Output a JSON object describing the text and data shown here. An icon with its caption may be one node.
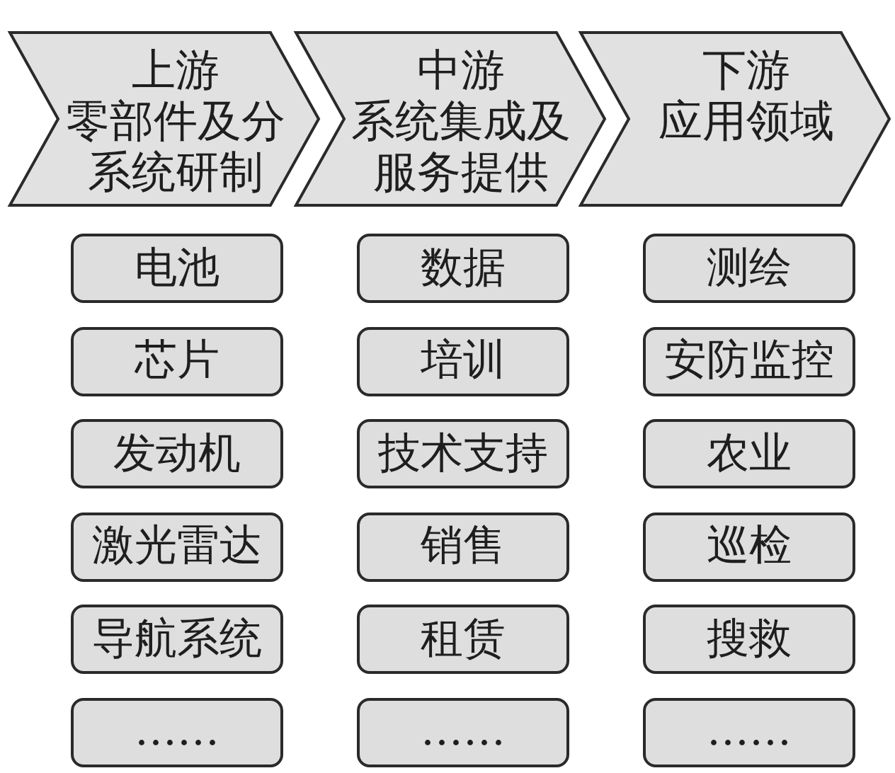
{
  "diagram": {
    "nodes": [
      {
        "text": [
          "上游",
          "零部件及分系统研制"
        ]
      },
      {
        "text": [
          "中游",
          "系统集成及服务提供"
        ]
      },
      {
        "text": [
          "下游",
          "应用领域"
        ]
      },
      {
        "text": [
          "电池"
        ]
      },
      {
        "text": [
          "数据"
        ]
      },
      {
        "text": [
          "测绘"
        ]
      },
      {
        "text": [
          "芯片"
        ]
      },
      {
        "text": [
          "培训"
        ]
      },
      {
        "text": [
          "安防监控"
        ]
      },
      {
        "text": [
          "发动机"
        ]
      },
      {
        "text": [
          "技术支持"
        ]
      },
      {
        "text": [
          "农业"
        ]
      },
      {
        "text": [
          "激光雷达"
        ]
      },
      {
        "text": [
          "销售"
        ]
      },
      {
        "text": [
          "巡检"
        ]
      },
      {
        "text": [
          "导航系统"
        ]
      },
      {
        "text": [
          "租赁"
        ]
      },
      {
        "text": [
          "搜救"
        ]
      },
      {
        "text": [
          "……"
        ]
      },
      {
        "text": [
          "……"
        ]
      },
      {
        "text": [
          "……"
        ]
      }
    ]
  }
}
